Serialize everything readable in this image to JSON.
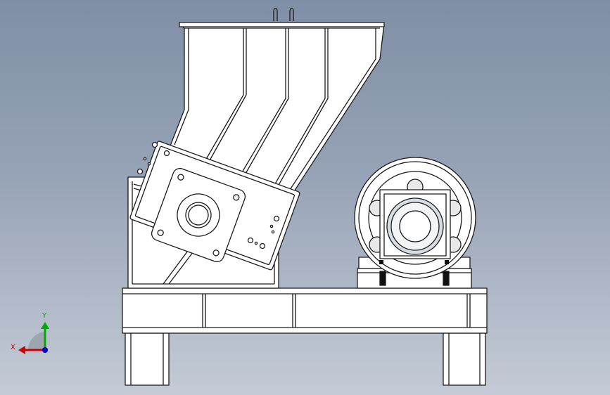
{
  "viewport": {
    "background_top": "#7f8fa6",
    "background_bottom": "#c4cbd6",
    "model": "hammer-crusher-side-view"
  },
  "triad": {
    "x_label": "X",
    "y_label": "Y",
    "x_color": "#cc0000",
    "y_color": "#00aa00",
    "z_color": "#0000cc"
  }
}
